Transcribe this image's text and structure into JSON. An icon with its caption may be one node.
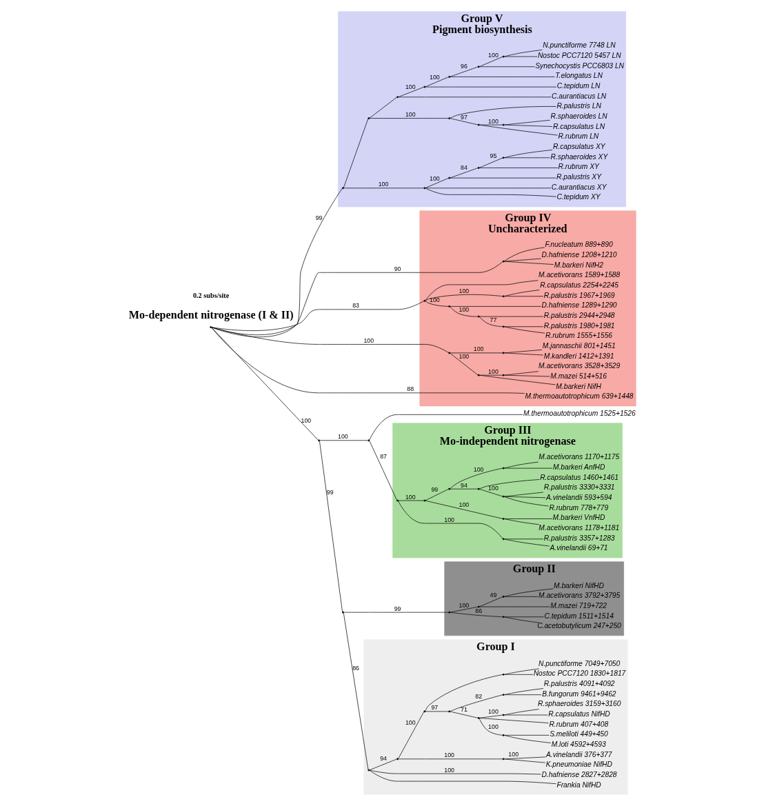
{
  "diagram": {
    "nodes": [
      {
        "text": [
          "Group V",
          "Pigment biosynthesis"
        ]
      },
      {
        "text": [],
        "shape": "point",
        "in": 0
      },
      {
        "text": [],
        "shape": "point",
        "in": 0
      },
      {
        "text": [
          "C.tepidum XY"
        ],
        "in": 0
      },
      {
        "text": [
          "C.aurantiacus XY"
        ],
        "in": 0
      },
      {
        "text": [],
        "shape": "point",
        "in": 0
      },
      {
        "text": [
          "R.palustris XY"
        ],
        "in": 0
      },
      {
        "text": [],
        "shape": "point",
        "in": 0
      },
      {
        "text": [
          "R.rubrum XY"
        ],
        "in": 0
      },
      {
        "text": [],
        "shape": "point",
        "in": 0
      },
      {
        "text": [
          "R.sphaeroides XY"
        ],
        "in": 0
      },
      {
        "text": [
          "R.capsulatus XY"
        ],
        "in": 0
      },
      {
        "text": [],
        "shape": "point",
        "in": 0
      },
      {
        "text": [],
        "shape": "point",
        "in": 0
      },
      {
        "text": [],
        "shape": "point",
        "in": 0
      },
      {
        "text": [
          "R.rubrum LN"
        ],
        "in": 0
      },
      {
        "text": [],
        "shape": "point",
        "in": 0
      },
      {
        "text": [
          "R.capsulatus LN"
        ],
        "in": 0
      },
      {
        "text": [
          "R.sphaeroides LN"
        ],
        "in": 0
      },
      {
        "text": [
          "R.palustris LN"
        ],
        "in": 0
      },
      {
        "text": [],
        "shape": "point",
        "in": 0
      },
      {
        "text": [
          "C.aurantiacus LN"
        ],
        "in": 0
      },
      {
        "text": [],
        "shape": "point",
        "in": 0
      },
      {
        "text": [
          "C.tepidum LN"
        ],
        "in": 0
      },
      {
        "text": [],
        "shape": "point",
        "in": 0
      },
      {
        "text": [
          "T.elongatus LN"
        ],
        "in": 0
      },
      {
        "text": [],
        "shape": "point",
        "in": 0
      },
      {
        "text": [
          "Synechocystis PCC6803 LN"
        ],
        "in": 0
      },
      {
        "text": [],
        "shape": "point",
        "in": 0
      },
      {
        "text": [
          "Nostoc PCC7120 5457 LN"
        ],
        "in": 0
      },
      {
        "text": [
          "N.punctiforme 7748 LN"
        ],
        "in": 0
      },
      {
        "text": [
          "Group IV",
          "Uncharacterized"
        ]
      },
      {
        "text": [],
        "shape": "point"
      },
      {
        "text": [],
        "shape": "point",
        "in": 31
      },
      {
        "text": [
          "M.barkeri NifH2"
        ],
        "in": 31
      },
      {
        "text": [
          "D.hafniense 1208+1210"
        ],
        "in": 31
      },
      {
        "text": [
          "F.nucleatum 889+890"
        ],
        "in": 31
      },
      {
        "text": [],
        "shape": "point",
        "in": 31
      },
      {
        "text": [],
        "shape": "point",
        "in": 31
      },
      {
        "text": [],
        "shape": "point",
        "in": 31
      },
      {
        "text": [],
        "shape": "point",
        "in": 31
      },
      {
        "text": [
          "R.rubrum 1555+1556"
        ],
        "in": 31
      },
      {
        "text": [
          "R.palustris 1980+1981"
        ],
        "in": 31
      },
      {
        "text": [
          "R.palustris 2944+2948"
        ],
        "in": 31
      },
      {
        "text": [
          "D.hafniense 1289+1290"
        ],
        "in": 31
      },
      {
        "text": [],
        "shape": "point",
        "in": 31
      },
      {
        "text": [
          "R.palustris 1967+1969"
        ],
        "in": 31
      },
      {
        "text": [
          "R.capsulatus 2254+2245"
        ],
        "in": 31
      },
      {
        "text": [
          "M.acetivorans 1589+1588"
        ],
        "in": 31
      },
      {
        "text": [],
        "shape": "point",
        "in": 31
      },
      {
        "text": [],
        "shape": "point",
        "in": 31
      },
      {
        "text": [
          "M.barkeri NifH"
        ],
        "in": 31
      },
      {
        "text": [],
        "shape": "point",
        "in": 31
      },
      {
        "text": [
          "M.mazei 514+516"
        ],
        "in": 31
      },
      {
        "text": [
          "M.acetivorans 3528+3529"
        ],
        "in": 31
      },
      {
        "text": [],
        "shape": "point",
        "in": 31
      },
      {
        "text": [
          "M.kandleri 1412+1391"
        ],
        "in": 31
      },
      {
        "text": [
          "M.jannaschii 801+1451"
        ],
        "in": 31
      },
      {
        "text": [
          "M.thermoautotrophicum 639+1448"
        ],
        "in": 31
      },
      {
        "text": [],
        "shape": "point"
      },
      {
        "text": [],
        "shape": "point"
      },
      {
        "text": [
          "Group I"
        ]
      },
      {
        "text": [],
        "shape": "point",
        "in": 61
      },
      {
        "text": [
          "Frankia NifHD"
        ],
        "in": 61
      },
      {
        "text": [
          "D.hafniense 2827+2828"
        ],
        "in": 61
      },
      {
        "text": [],
        "shape": "point",
        "in": 61
      },
      {
        "text": [],
        "shape": "point",
        "in": 61
      },
      {
        "text": [
          "K.pneumoniae NifHD"
        ],
        "in": 61
      },
      {
        "text": [
          "A.vinelandii 376+377"
        ],
        "in": 61
      },
      {
        "text": [],
        "shape": "point",
        "in": 61
      },
      {
        "text": [],
        "shape": "point",
        "in": 61
      },
      {
        "text": [],
        "shape": "point",
        "in": 61
      },
      {
        "text": [],
        "shape": "point",
        "in": 61
      },
      {
        "text": [
          "M.loti 4592+4593"
        ],
        "in": 61
      },
      {
        "text": [
          "S.meliloti 449+450"
        ],
        "in": 61
      },
      {
        "text": [
          "R.rubrum 407+408"
        ],
        "in": 61
      },
      {
        "text": [],
        "shape": "point",
        "in": 61
      },
      {
        "text": [
          "R.capsulatus NifHD"
        ],
        "in": 61
      },
      {
        "text": [
          "R.sphaeroides 3159+3160"
        ],
        "in": 61
      },
      {
        "text": [],
        "shape": "point",
        "in": 61
      },
      {
        "text": [
          "B.fungorum 9461+9462"
        ],
        "in": 61
      },
      {
        "text": [
          "R.palustris 4091+4092"
        ],
        "in": 61
      },
      {
        "text": [],
        "shape": "point",
        "in": 61
      },
      {
        "text": [
          "Nostoc PCC7120 1830+1817"
        ],
        "in": 61
      },
      {
        "text": [
          "N.punctiforme 7049+7050"
        ],
        "in": 61
      },
      {
        "text": [
          "Group II"
        ]
      },
      {
        "text": [],
        "shape": "point",
        "in": 85
      },
      {
        "text": [],
        "shape": "point",
        "in": 85
      },
      {
        "text": [
          "C.acetobutylicum 247+250"
        ],
        "in": 85
      },
      {
        "text": [
          "C.tepidum 1511+1514"
        ],
        "in": 85
      },
      {
        "text": [],
        "shape": "point",
        "in": 85
      },
      {
        "text": [
          "M.mazei 719+722"
        ],
        "in": 85
      },
      {
        "text": [],
        "shape": "point",
        "in": 85
      },
      {
        "text": [
          "M.acetivorans 3792+3795"
        ],
        "in": 85
      },
      {
        "text": [
          "M.barkeri NifHD"
        ],
        "in": 85
      },
      {
        "text": [],
        "shape": "point"
      },
      {
        "text": [
          "M.thermoautotrophicum 1525+1526"
        ]
      },
      {
        "text": [
          "Group III",
          "Mo-independent nitrogenase"
        ]
      },
      {
        "text": [],
        "shape": "point",
        "in": 97
      },
      {
        "text": [],
        "shape": "point",
        "in": 97
      },
      {
        "text": [
          "A.vinelandii 69+71"
        ],
        "in": 97
      },
      {
        "text": [
          "R.palustris 3357+1283"
        ],
        "in": 97
      },
      {
        "text": [],
        "shape": "point",
        "in": 97
      },
      {
        "text": [],
        "shape": "point",
        "in": 97
      },
      {
        "text": [
          "M.acetivorans 1178+1181"
        ],
        "in": 97
      },
      {
        "text": [
          "M.barkeri VnfHD"
        ],
        "in": 97
      },
      {
        "text": [],
        "shape": "point",
        "in": 97
      },
      {
        "text": [],
        "shape": "point",
        "in": 97
      },
      {
        "text": [],
        "shape": "point",
        "in": 97
      },
      {
        "text": [
          "R.rubrum 778+779"
        ],
        "in": 97
      },
      {
        "text": [
          "A.vinelandii 593+594"
        ],
        "in": 97
      },
      {
        "text": [
          "R.palustris 3330+3331"
        ],
        "in": 97
      },
      {
        "text": [
          "R.capsulatus 1460+1461"
        ],
        "in": 97
      },
      {
        "text": [],
        "shape": "point",
        "in": 97
      },
      {
        "text": [
          "M.barkeri AnfHD"
        ],
        "in": 97
      },
      {
        "text": [
          "M.acetivorans 1170+1175"
        ],
        "in": 97
      }
    ],
    "edges": [
      {
        "from": 32,
        "to": 1,
        "arrow": "none",
        "label": "99"
      },
      {
        "from": 1,
        "to": 2,
        "arrow": "none",
        "label": "100"
      },
      {
        "from": 2,
        "to": 3,
        "arrow": "none"
      },
      {
        "from": 2,
        "to": 4,
        "arrow": "none"
      },
      {
        "from": 2,
        "to": 5,
        "arrow": "none",
        "label": "100"
      },
      {
        "from": 5,
        "to": 6,
        "arrow": "none"
      },
      {
        "from": 5,
        "to": 7,
        "arrow": "none",
        "label": "84"
      },
      {
        "from": 7,
        "to": 8,
        "arrow": "none"
      },
      {
        "from": 7,
        "to": 9,
        "arrow": "none",
        "label": "95"
      },
      {
        "from": 9,
        "to": 10,
        "arrow": "none"
      },
      {
        "from": 9,
        "to": 11,
        "arrow": "none"
      },
      {
        "from": 1,
        "to": 12,
        "arrow": "none"
      },
      {
        "from": 12,
        "to": 13,
        "arrow": "none",
        "label": "100"
      },
      {
        "from": 13,
        "to": 14,
        "arrow": "none",
        "label": "97"
      },
      {
        "from": 14,
        "to": 15,
        "arrow": "none"
      },
      {
        "from": 14,
        "to": 16,
        "arrow": "none",
        "label": "100"
      },
      {
        "from": 16,
        "to": 17,
        "arrow": "none"
      },
      {
        "from": 16,
        "to": 18,
        "arrow": "none"
      },
      {
        "from": 13,
        "to": 19,
        "arrow": "none"
      },
      {
        "from": 12,
        "to": 20,
        "arrow": "none"
      },
      {
        "from": 20,
        "to": 21,
        "arrow": "none"
      },
      {
        "from": 20,
        "to": 22,
        "arrow": "none",
        "label": "100"
      },
      {
        "from": 22,
        "to": 23,
        "arrow": "none"
      },
      {
        "from": 22,
        "to": 24,
        "arrow": "none",
        "label": "100"
      },
      {
        "from": 24,
        "to": 25,
        "arrow": "none"
      },
      {
        "from": 24,
        "to": 26,
        "arrow": "none",
        "label": "96"
      },
      {
        "from": 26,
        "to": 27,
        "arrow": "none"
      },
      {
        "from": 26,
        "to": 28,
        "arrow": "none",
        "label": "100"
      },
      {
        "from": 28,
        "to": 29,
        "arrow": "none"
      },
      {
        "from": 28,
        "to": 30,
        "arrow": "none"
      },
      {
        "from": 32,
        "to": 33,
        "arrow": "none",
        "label": "90"
      },
      {
        "from": 33,
        "to": 34,
        "arrow": "none"
      },
      {
        "from": 33,
        "to": 35,
        "arrow": "none"
      },
      {
        "from": 33,
        "to": 36,
        "arrow": "none"
      },
      {
        "from": 32,
        "to": 37,
        "arrow": "none",
        "label": "83"
      },
      {
        "from": 37,
        "to": 38,
        "arrow": "none",
        "label": "100"
      },
      {
        "from": 38,
        "to": 39,
        "arrow": "none",
        "label": "100"
      },
      {
        "from": 39,
        "to": 40,
        "arrow": "none",
        "label": "77"
      },
      {
        "from": 40,
        "to": 41,
        "arrow": "none"
      },
      {
        "from": 40,
        "to": 42,
        "arrow": "none"
      },
      {
        "from": 39,
        "to": 43,
        "arrow": "none"
      },
      {
        "from": 38,
        "to": 44,
        "arrow": "none"
      },
      {
        "from": 37,
        "to": 45,
        "arrow": "none",
        "label": "100"
      },
      {
        "from": 45,
        "to": 46,
        "arrow": "none"
      },
      {
        "from": 45,
        "to": 47,
        "arrow": "none"
      },
      {
        "from": 37,
        "to": 48,
        "arrow": "none"
      },
      {
        "from": 32,
        "to": 49,
        "arrow": "none",
        "label": "100"
      },
      {
        "from": 49,
        "to": 50,
        "arrow": "none",
        "label": "100"
      },
      {
        "from": 50,
        "to": 51,
        "arrow": "none"
      },
      {
        "from": 50,
        "to": 52,
        "arrow": "none",
        "label": "100"
      },
      {
        "from": 52,
        "to": 53,
        "arrow": "none"
      },
      {
        "from": 52,
        "to": 54,
        "arrow": "none"
      },
      {
        "from": 49,
        "to": 55,
        "arrow": "none",
        "label": "100"
      },
      {
        "from": 55,
        "to": 56,
        "arrow": "none"
      },
      {
        "from": 55,
        "to": 57,
        "arrow": "none"
      },
      {
        "from": 32,
        "to": 58,
        "arrow": "none",
        "label": "88"
      },
      {
        "from": 32,
        "to": 59,
        "arrow": "none",
        "label": "100"
      },
      {
        "from": 59,
        "to": 60,
        "arrow": "none",
        "label": "99"
      },
      {
        "from": 60,
        "to": 62,
        "arrow": "none",
        "label": "86"
      },
      {
        "from": 62,
        "to": 63,
        "arrow": "none"
      },
      {
        "from": 62,
        "to": 64,
        "arrow": "none",
        "label": "100"
      },
      {
        "from": 62,
        "to": 65,
        "arrow": "none",
        "label": "94"
      },
      {
        "from": 65,
        "to": 66,
        "arrow": "none",
        "label": "100"
      },
      {
        "from": 66,
        "to": 67,
        "arrow": "none"
      },
      {
        "from": 66,
        "to": 68,
        "arrow": "none",
        "label": "100"
      },
      {
        "from": 65,
        "to": 69,
        "arrow": "none",
        "label": "100"
      },
      {
        "from": 69,
        "to": 70,
        "arrow": "none",
        "label": "97"
      },
      {
        "from": 70,
        "to": 71,
        "arrow": "none",
        "label": "71"
      },
      {
        "from": 71,
        "to": 72,
        "arrow": "none",
        "label": "100"
      },
      {
        "from": 72,
        "to": 73,
        "arrow": "none"
      },
      {
        "from": 72,
        "to": 74,
        "arrow": "none"
      },
      {
        "from": 71,
        "to": 75,
        "arrow": "none"
      },
      {
        "from": 71,
        "to": 76,
        "arrow": "none",
        "label": "100"
      },
      {
        "from": 76,
        "to": 77,
        "arrow": "none"
      },
      {
        "from": 76,
        "to": 78,
        "arrow": "none"
      },
      {
        "from": 70,
        "to": 79,
        "arrow": "none",
        "label": "82"
      },
      {
        "from": 79,
        "to": 80,
        "arrow": "none"
      },
      {
        "from": 79,
        "to": 81,
        "arrow": "none"
      },
      {
        "from": 69,
        "to": 82,
        "arrow": "none"
      },
      {
        "from": 82,
        "to": 83,
        "arrow": "none"
      },
      {
        "from": 82,
        "to": 84,
        "arrow": "none"
      },
      {
        "from": 60,
        "to": 86,
        "arrow": "none",
        "label": "99"
      },
      {
        "from": 86,
        "to": 87,
        "arrow": "none",
        "label": "86"
      },
      {
        "from": 87,
        "to": 88,
        "arrow": "none"
      },
      {
        "from": 87,
        "to": 89,
        "arrow": "none"
      },
      {
        "from": 86,
        "to": 90,
        "arrow": "none",
        "label": "100"
      },
      {
        "from": 90,
        "to": 91,
        "arrow": "none"
      },
      {
        "from": 90,
        "to": 92,
        "arrow": "none",
        "label": "49"
      },
      {
        "from": 92,
        "to": 93,
        "arrow": "none"
      },
      {
        "from": 92,
        "to": 94,
        "arrow": "none"
      },
      {
        "from": 59,
        "to": 95,
        "arrow": "none",
        "label": "100"
      },
      {
        "from": 95,
        "to": 96,
        "arrow": "none"
      },
      {
        "from": 95,
        "to": 98,
        "arrow": "none",
        "label": "87"
      },
      {
        "from": 98,
        "to": 99,
        "arrow": "none",
        "label": "100"
      },
      {
        "from": 99,
        "to": 100,
        "arrow": "none"
      },
      {
        "from": 99,
        "to": 101,
        "arrow": "none"
      },
      {
        "from": 98,
        "to": 102,
        "arrow": "none",
        "label": "100"
      },
      {
        "from": 102,
        "to": 103,
        "arrow": "none",
        "label": "100"
      },
      {
        "from": 103,
        "to": 104,
        "arrow": "none"
      },
      {
        "from": 103,
        "to": 105,
        "arrow": "none"
      },
      {
        "from": 102,
        "to": 106,
        "arrow": "none",
        "label": "99"
      },
      {
        "from": 106,
        "to": 107,
        "arrow": "none",
        "label": "94"
      },
      {
        "from": 107,
        "to": 108,
        "arrow": "none",
        "label": "100"
      },
      {
        "from": 108,
        "to": 109,
        "arrow": "none"
      },
      {
        "from": 108,
        "to": 110,
        "arrow": "none"
      },
      {
        "from": 108,
        "to": 111,
        "arrow": "none"
      },
      {
        "from": 107,
        "to": 112,
        "arrow": "none"
      },
      {
        "from": 106,
        "to": 113,
        "arrow": "none",
        "label": "100"
      },
      {
        "from": 113,
        "to": 114,
        "arrow": "none"
      },
      {
        "from": 113,
        "to": 115,
        "arrow": "none"
      }
    ],
    "labels": [
      "Mo-dependent nitrogenase (I & II)",
      "0.2 subs/site"
    ]
  }
}
